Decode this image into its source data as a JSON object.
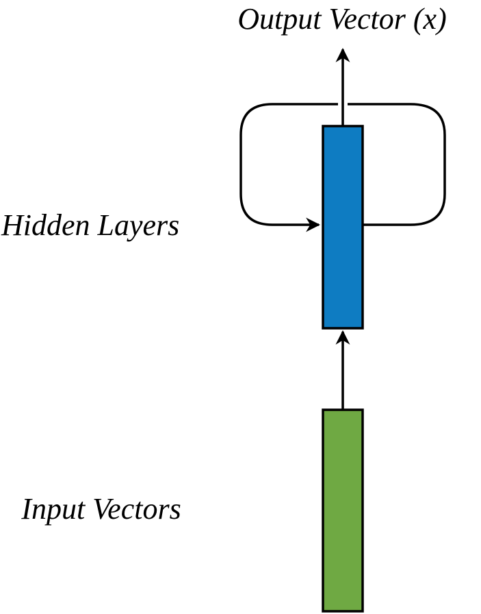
{
  "labels": {
    "output": "Output Vector (x)",
    "hidden": "Hidden Layers",
    "input": "Input Vectors"
  },
  "colors": {
    "hidden_layer": "#0e7cc2",
    "input_layer": "#6fa943",
    "stroke": "#000000"
  }
}
